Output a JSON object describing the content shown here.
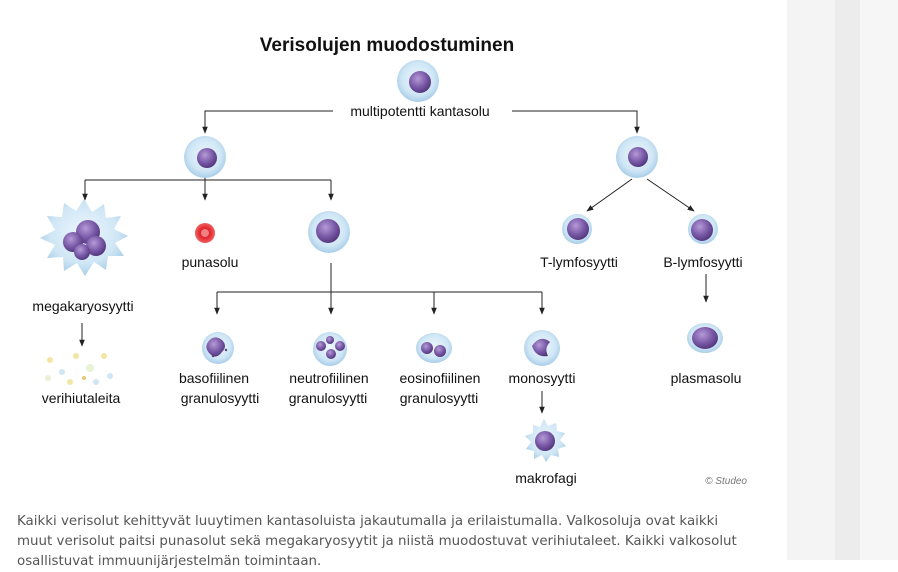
{
  "diagram": {
    "title": "Verisolujen muodostuminen",
    "nodes": {
      "stem": "multipotentti kantasolu",
      "megakaryocyte": "megakaryosyytti",
      "platelets": "verihiutaleita",
      "rbc": "punasolu",
      "t_lymph": "T-lymfosyytti",
      "b_lymph": "B-lymfosyytti",
      "plasma": "plasmasolu",
      "baso": [
        "basofiilinen",
        "granulosyytti"
      ],
      "neutro": [
        "neutrofiilinen",
        "granulosyytti"
      ],
      "eosino": [
        "eosinofiilinen",
        "granulosyytti"
      ],
      "mono": "monosyytti",
      "macro": "makrofagi"
    },
    "credit": "© Studeo"
  },
  "caption": "Kaikki verisolut kehittyvät luuytimen kantasoluista jakautumalla ja erilaistumalla. Valkosoluja ovat kaikki muut verisolut paitsi punasolut sekä megakaryosyytit ja niistä muodostuvat verihiutaleet. Kaikki valkosolut osallistuvat immuunijärjestelmän toimintaan.",
  "colors": {
    "cell_body": "#cfe6f5",
    "cell_edge": "#a8cde8",
    "nucleus": "#7a5aa8",
    "red_cell": "#e0202a"
  }
}
